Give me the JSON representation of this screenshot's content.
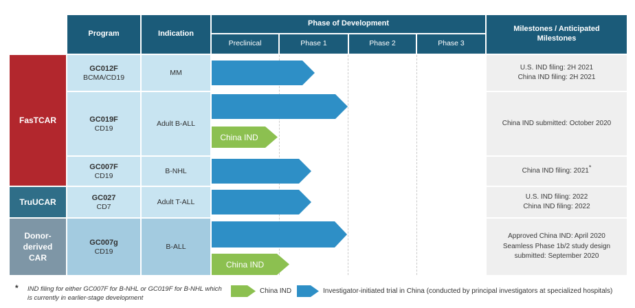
{
  "header": {
    "program": "Program",
    "indication": "Indication",
    "phase_of_development": "Phase of Development",
    "phases": [
      "Preclinical",
      "Phase 1",
      "Phase 2",
      "Phase 3"
    ],
    "milestones": "Milestones / Anticipated Milestones"
  },
  "groups": [
    {
      "label": "FasTCAR",
      "color": "#B2272D"
    },
    {
      "label": "TruUCAR",
      "color": "#2F6E88"
    },
    {
      "label": "Donor-derived CAR",
      "color": "#7E96A6"
    }
  ],
  "rows": [
    {
      "program": "GC012F",
      "target": "BCMA/CD19",
      "indication": "MM",
      "milestones": [
        "U.S. IND filing: 2H 2021",
        "China IND filing: 2H 2021"
      ]
    },
    {
      "program": "GC019F",
      "target": "CD19",
      "indication": "Adult B-ALL",
      "milestones": [
        "China IND submitted: October 2020"
      ]
    },
    {
      "program": "GC007F",
      "target": "CD19",
      "indication": "B-NHL",
      "milestones": [
        "China IND filing: 2021"
      ],
      "milestone_note_marker": "*"
    },
    {
      "program": "GC027",
      "target": "CD7",
      "indication": "Adult T-ALL",
      "milestones": [
        "U.S. IND filing: 2022",
        "China IND filing: 2022"
      ]
    },
    {
      "program": "GC007g",
      "target": "CD19",
      "indication": "B-ALL",
      "milestones": [
        "Approved China IND: April 2020",
        "Seamless Phase 1b/2 study design",
        "submitted: September 2020"
      ]
    }
  ],
  "labels": {
    "china_ind": "China IND"
  },
  "footnote": {
    "marker": "*",
    "text": "IND filing for either GC007F for B-NHL or GC019F for B-NHL which is currently in earlier-stage development"
  },
  "legend": {
    "china_ind": "China IND",
    "iit": "Investigator-initiated trial in China (conducted by principal investigators at specialized hospitals)"
  },
  "colors": {
    "header_teal": "#1B5B79",
    "fastcar_red": "#B2272D",
    "truucar_teal": "#2F6E88",
    "donor_gray_blue": "#7E96A6",
    "cell_light_blue": "#C8E4F1",
    "cell_medium_blue": "#A3CBE0",
    "arrow_blue": "#2E8FC6",
    "arrow_green": "#8CC050",
    "milestone_gray": "#EFEFEF"
  },
  "chart_data": {
    "type": "bar",
    "orientation": "horizontal",
    "title": "Phase of Development",
    "x_categories": [
      "Preclinical",
      "Phase 1",
      "Phase 2",
      "Phase 3"
    ],
    "x_unit": "development phase (0 = start of Preclinical, 1 = start of Phase 1, 2 = start of Phase 2, 3 = start of Phase 3)",
    "xlim": [
      0,
      4
    ],
    "grid": "dashed vertical lines at phase boundaries",
    "legend_position": "bottom",
    "series": [
      {
        "group": "FasTCAR",
        "program": "GC012F",
        "target": "BCMA/CD19",
        "indication": "MM",
        "bars": [
          {
            "kind": "Investigator-initiated trial in China",
            "start": 0,
            "end": 1.5,
            "color": "#2E8FC6"
          }
        ],
        "milestones": [
          "U.S. IND filing: 2H 2021",
          "China IND filing: 2H 2021"
        ]
      },
      {
        "group": "FasTCAR",
        "program": "GC019F",
        "target": "CD19",
        "indication": "Adult B-ALL",
        "bars": [
          {
            "kind": "Investigator-initiated trial in China",
            "start": 0,
            "end": 2.0,
            "color": "#2E8FC6"
          },
          {
            "kind": "China IND",
            "start": 0,
            "end": 0.95,
            "color": "#8CC050"
          }
        ],
        "milestones": [
          "China IND submitted: October 2020"
        ]
      },
      {
        "group": "FasTCAR",
        "program": "GC007F",
        "target": "CD19",
        "indication": "B-NHL",
        "bars": [
          {
            "kind": "Investigator-initiated trial in China",
            "start": 0,
            "end": 1.45,
            "color": "#2E8FC6"
          }
        ],
        "milestones": [
          "China IND filing: 2021 *"
        ]
      },
      {
        "group": "TruUCAR",
        "program": "GC027",
        "target": "CD7",
        "indication": "Adult T-ALL",
        "bars": [
          {
            "kind": "Investigator-initiated trial in China",
            "start": 0,
            "end": 1.45,
            "color": "#2E8FC6"
          }
        ],
        "milestones": [
          "U.S. IND filing: 2022",
          "China IND filing: 2022"
        ]
      },
      {
        "group": "Donor-derived CAR",
        "program": "GC007g",
        "target": "CD19",
        "indication": "B-ALL",
        "bars": [
          {
            "kind": "Investigator-initiated trial in China",
            "start": 0,
            "end": 2.0,
            "color": "#2E8FC6"
          },
          {
            "kind": "China IND",
            "start": 0,
            "end": 1.1,
            "color": "#8CC050"
          }
        ],
        "milestones": [
          "Approved China IND: April 2020",
          "Seamless Phase 1b/2 study design submitted: September 2020"
        ]
      }
    ],
    "footnote": "* IND filing for either GC007F for B-NHL or GC019F for B-NHL which is currently in earlier-stage development"
  }
}
